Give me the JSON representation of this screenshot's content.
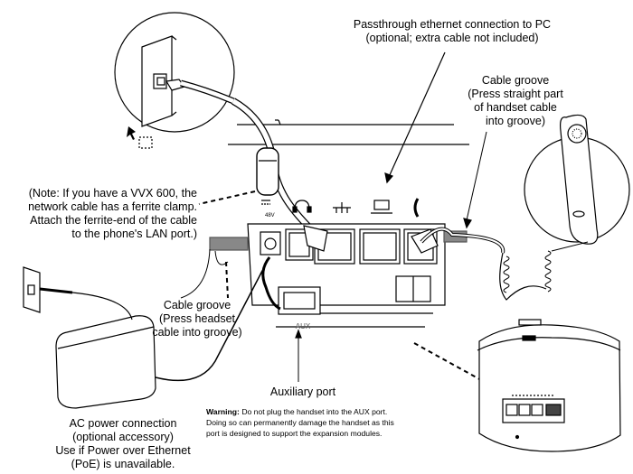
{
  "labels": {
    "passthrough_line1": "Passthrough ethernet connection to PC",
    "passthrough_line2": "(optional; extra cable not included)",
    "groove_right_1": "Cable groove",
    "groove_right_2": "(Press straight part",
    "groove_right_3": "of handset cable",
    "groove_right_4": "into groove)",
    "note_1": "(Note: If you have a VVX 600, the",
    "note_2": "network cable has a ferrite clamp.",
    "note_3": "Attach the ferrite-end of the cable",
    "note_4": "to the phone's LAN port.)",
    "groove_left_1": "Cable groove",
    "groove_left_2": "(Press headset",
    "groove_left_3": "cable into groove)",
    "aux_port": "Auxiliary port",
    "ac_1": "AC power connection",
    "ac_2": "(optional accessory)",
    "ac_3": "Use if Power over Ethernet",
    "ac_4": "(PoE) is unavailable.",
    "warning_title": "Warning:",
    "warning_1": "Do not plug the handset into the AUX port.",
    "warning_2": "Doing so can permanently damage the handset as this",
    "warning_3": "port is designed to support the expansion modules.",
    "port_48v": "48V",
    "port_aux": "AUX"
  },
  "icons": [
    "power-port-icon",
    "headset-port-icon",
    "lan-network-icon",
    "pc-laptop-icon",
    "handset-port-icon"
  ]
}
